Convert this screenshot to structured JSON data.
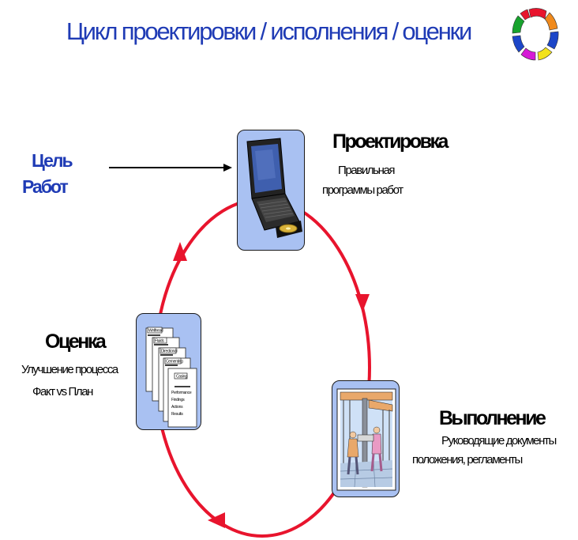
{
  "title": "Цикл проектировки / исполнения / оценки",
  "goal": {
    "line1": "Цель",
    "line2": "Работ"
  },
  "design": {
    "heading": "Проектировка",
    "line1": "Правильная",
    "line2": "программы работ"
  },
  "execution": {
    "heading": "Выполнение",
    "line1": "Руководящие документы",
    "line2": "положения, регламенты"
  },
  "evaluation": {
    "heading": "Оценка",
    "line1": "Улучшение процесса",
    "line2": "Факт vs План"
  },
  "documents": {
    "tab1": "Wellhead",
    "tab2": "Fluids",
    "tab3": "Directional",
    "tab4": "Cementing",
    "tab5": "Casing",
    "lines": [
      "Performance",
      "Findings",
      "Actions",
      "Results"
    ]
  },
  "colors": {
    "cycle": "#e8142d",
    "title": "#1f3bb5",
    "box": "#a9c1f2"
  }
}
